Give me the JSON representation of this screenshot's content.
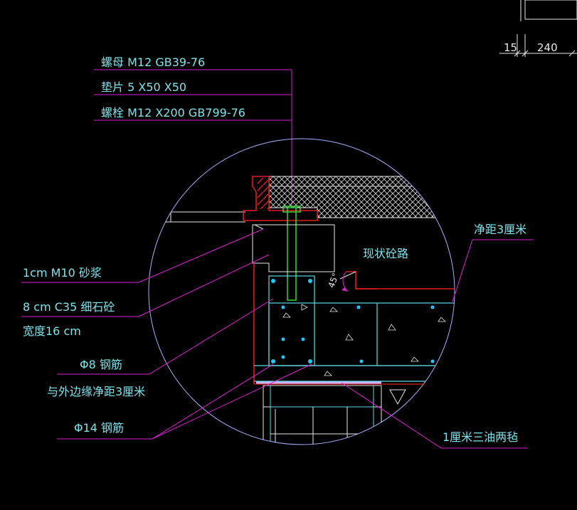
{
  "colors": {
    "background": "#000000",
    "leader": "#e11ed5",
    "concrete": "#5ad8e0",
    "steel": "#e11b1b",
    "bolt": "#3bd23b",
    "white": "#e8e8e8",
    "circle": "#a8b0ff",
    "rebar_dot": "#21c8ff",
    "text": "#7de3ec"
  },
  "labels": {
    "nut": "螺母  M12 GB39-76",
    "washer": "垫片  5 X50 X50",
    "bolt": "螺栓  M12 X200 GB799-76",
    "mortar": "1cm  M10 砂浆",
    "concrete": "8 cm  C35 细石砼",
    "width": "宽度16 cm",
    "rebar8": "Φ8 钢筋",
    "clearance_edge": "与外边缘净距3厘米",
    "rebar14": "Φ14 钢筋",
    "clearance_top": "净距3厘米",
    "road": "现状砼路",
    "angle": "45°",
    "felt": "1厘米三油两毡"
  },
  "dimensions": {
    "d15": "15",
    "d240": "240"
  }
}
